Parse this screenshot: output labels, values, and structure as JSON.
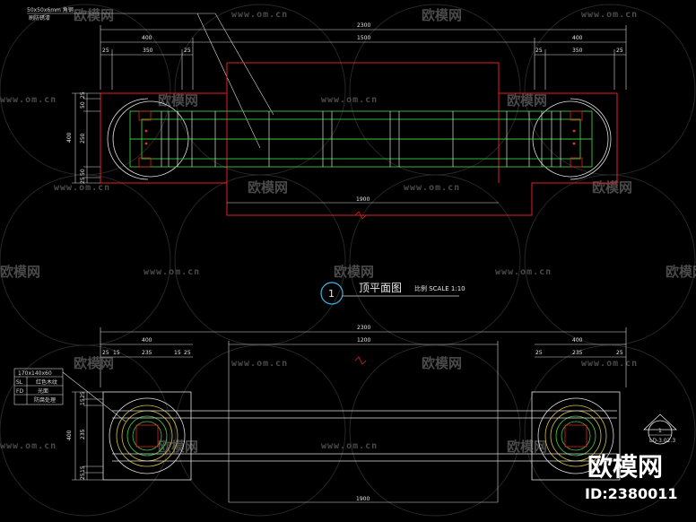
{
  "watermark": {
    "brand": "欧模网",
    "url": "www.om.cn"
  },
  "top_plan": {
    "overall": "2300",
    "center": "1500",
    "left_group": "400",
    "right_group": "400",
    "left_parts": [
      "25",
      "350",
      "25"
    ],
    "right_parts": [
      "25",
      "350",
      "25"
    ],
    "bottom_span": "1900",
    "left_vertical": [
      "25",
      "50",
      "250",
      "50",
      "25"
    ],
    "left_vertical_total": "400",
    "note_line1": "50x50x6mm 角钢",
    "note_line2": "刷防锈漆"
  },
  "label": {
    "number": "1",
    "title": "顶平面图",
    "scale": "比例 SCALE 1:10"
  },
  "bottom_plan": {
    "overall": "2300",
    "center": "1200",
    "left_group": "400",
    "right_group": "400",
    "left_parts": [
      "25",
      "15",
      "235",
      "15",
      "25"
    ],
    "right_parts": [
      "25",
      "235",
      "25"
    ],
    "bottom_span": "1900",
    "left_vertical": [
      "25",
      "15",
      "235",
      "15",
      "25"
    ],
    "left_vertical_total": "400",
    "legend_title": "170x140x60",
    "legend_rows": [
      {
        "code": "SL",
        "text": "红色木纹"
      },
      {
        "code": "FD",
        "text": "光面"
      },
      {
        "code": "",
        "text": "防腐处理"
      }
    ],
    "section_marker": {
      "num": "1",
      "ref": "LD-3.02.3"
    }
  },
  "footer": {
    "brand": "欧模网",
    "id": "ID:2380011"
  }
}
